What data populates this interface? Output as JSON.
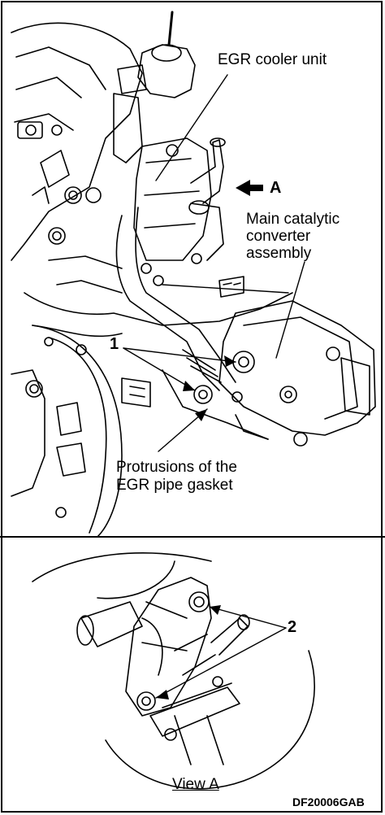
{
  "labels": {
    "egr_cooler_unit": "EGR cooler unit",
    "view_arrow": "A",
    "catalytic_line1": "Main catalytic",
    "catalytic_line2": "converter",
    "catalytic_line3": "assembly",
    "callout_1": "1",
    "protrusions_line1": "Protrusions of the",
    "protrusions_line2": "EGR pipe gasket",
    "callout_2": "2",
    "view_caption": "View A",
    "figure_code": "DF20006GAB"
  }
}
